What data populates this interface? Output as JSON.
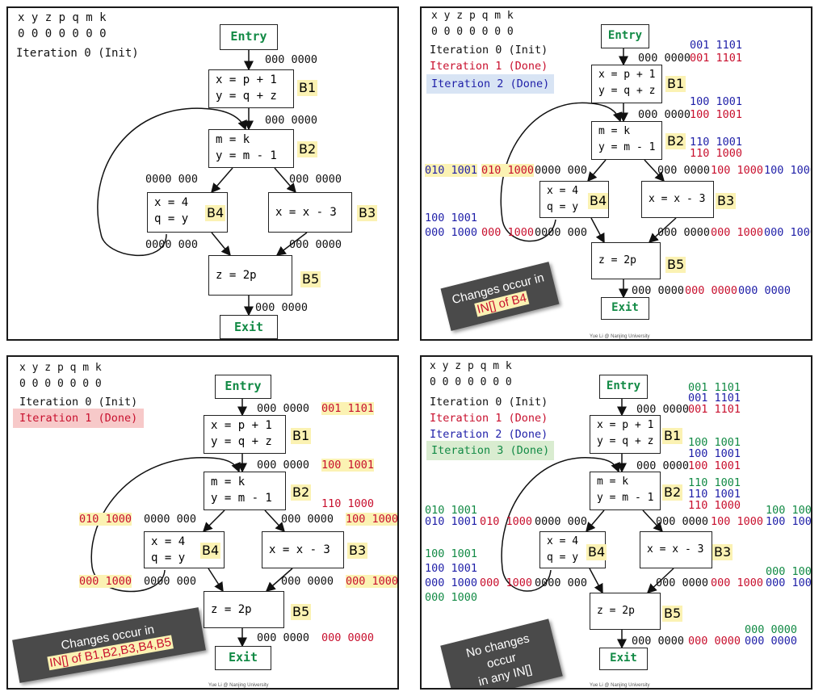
{
  "vars_header": "x y z p q m k",
  "vars_zero": "0 0 0 0 0 0 0",
  "iter0": "Iteration 0 (Init)",
  "iter1": "Iteration 1 (Done)",
  "iter2": "Iteration 2 (Done)",
  "iter3": "Iteration 3 (Done)",
  "blocks": {
    "entry": "Entry",
    "exit": "Exit",
    "b1_code": "x = p + 1\ny = q + z",
    "b2_code": "m = k\ny = m - 1",
    "b3_code": "x = x - 3",
    "b4_code": "x = 4\nq = y",
    "b5_code": "z = 2p",
    "b1": "B1",
    "b2": "B2",
    "b3": "B3",
    "b4": "B4",
    "b5": "B5"
  },
  "bits": {
    "z7": "000 0000",
    "z7b": "0000 000",
    "v001_1101": "001 1101",
    "v100_1001": "100 1001",
    "v110_1001": "110 1001",
    "v110_1000": "110 1000",
    "v100_1000": "100 1000",
    "v010_1001": "010 1001",
    "v010_1000": "010 1000",
    "v000_1000": "000 1000",
    "v000_0000": "000 0000"
  },
  "callouts": {
    "p2_line1": "Changes occur in",
    "p2_line2": "IN[] of B4",
    "p3_line1": "Changes occur in",
    "p3_line2": "IN[] of B1,B2,B3,B4,B5",
    "p4_line1": "No changes occur",
    "p4_line2": "in any IN[]"
  },
  "footer": "Yue Li @ Nanjing University",
  "colors": {
    "entry_exit": "#128a45",
    "iter1": "#c8102e",
    "iter2": "#1f1fa8",
    "iter3": "#128a45",
    "highlight": "#fbf2b3"
  }
}
